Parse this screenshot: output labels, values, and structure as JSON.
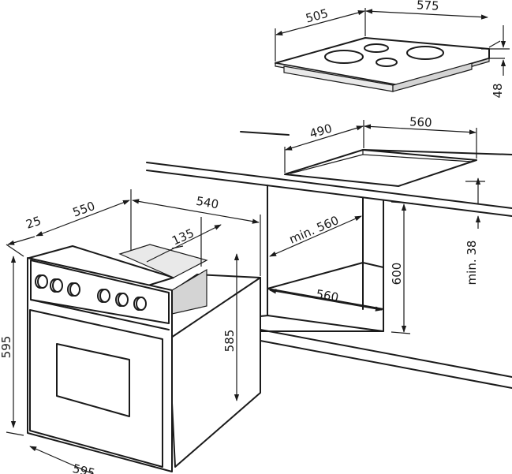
{
  "dimensions": {
    "hob_depth": "505",
    "hob_width": "575",
    "hob_height": "48",
    "cutout_depth": "490",
    "cutout_width": "560",
    "worktop_min_gap": "min. 38",
    "niche_height": "600",
    "niche_width_min": "min. 560",
    "niche_width": "560",
    "oven_depth_front": "25",
    "oven_depth_body": "550",
    "oven_side_depth": "540",
    "oven_recess_depth": "135",
    "oven_body_height": "585",
    "oven_height": "595",
    "oven_width": "595"
  }
}
